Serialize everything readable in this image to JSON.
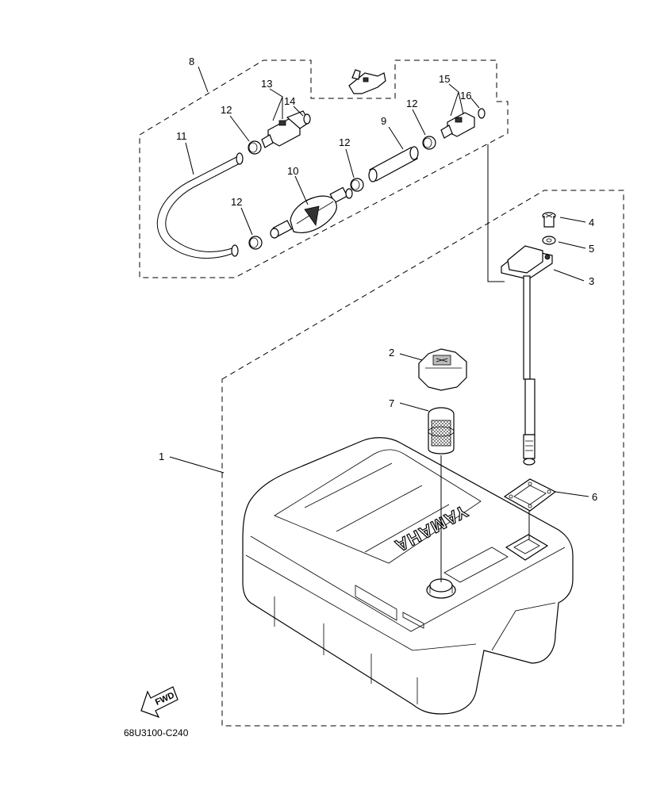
{
  "diagram": {
    "part_labels": {
      "p1": "1",
      "p2": "2",
      "p3": "3",
      "p4": "4",
      "p5": "5",
      "p6": "6",
      "p7": "7",
      "p8": "8",
      "p9": "9",
      "p10": "10",
      "p11": "11",
      "p12a": "12",
      "p12b": "12",
      "p12c": "12",
      "p12d": "12",
      "p13": "13",
      "p14": "14",
      "p15": "15",
      "p16": "16"
    },
    "tank_brand_text": "YAMAHA",
    "direction_arrow_text": "FWD",
    "drawing_code": "68U3100-C240"
  }
}
